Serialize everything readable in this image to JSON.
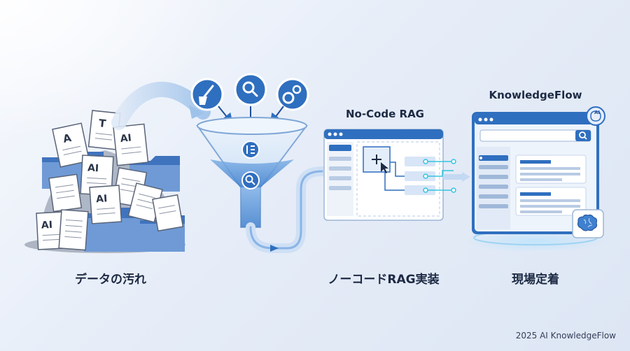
{
  "steps": [
    {
      "label": "データの汚れ"
    },
    {
      "label": "ノーコードRAG実装"
    },
    {
      "label": "現場定着"
    }
  ],
  "stage_titles": {
    "rag": "No-Code RAG",
    "app": "KnowledgeFlow"
  },
  "doc_glyphs": {
    "ai": "AI",
    "a": "A",
    "t": "T"
  },
  "badge_text": "AI",
  "footer": "2025 AI KnowledgeFlow",
  "colors": {
    "primary": "#2f6fbf",
    "dark_blue": "#1f4f96",
    "light_blue": "#cfe0f5",
    "accent_cyan": "#35c3dd",
    "text": "#1d2a44"
  }
}
